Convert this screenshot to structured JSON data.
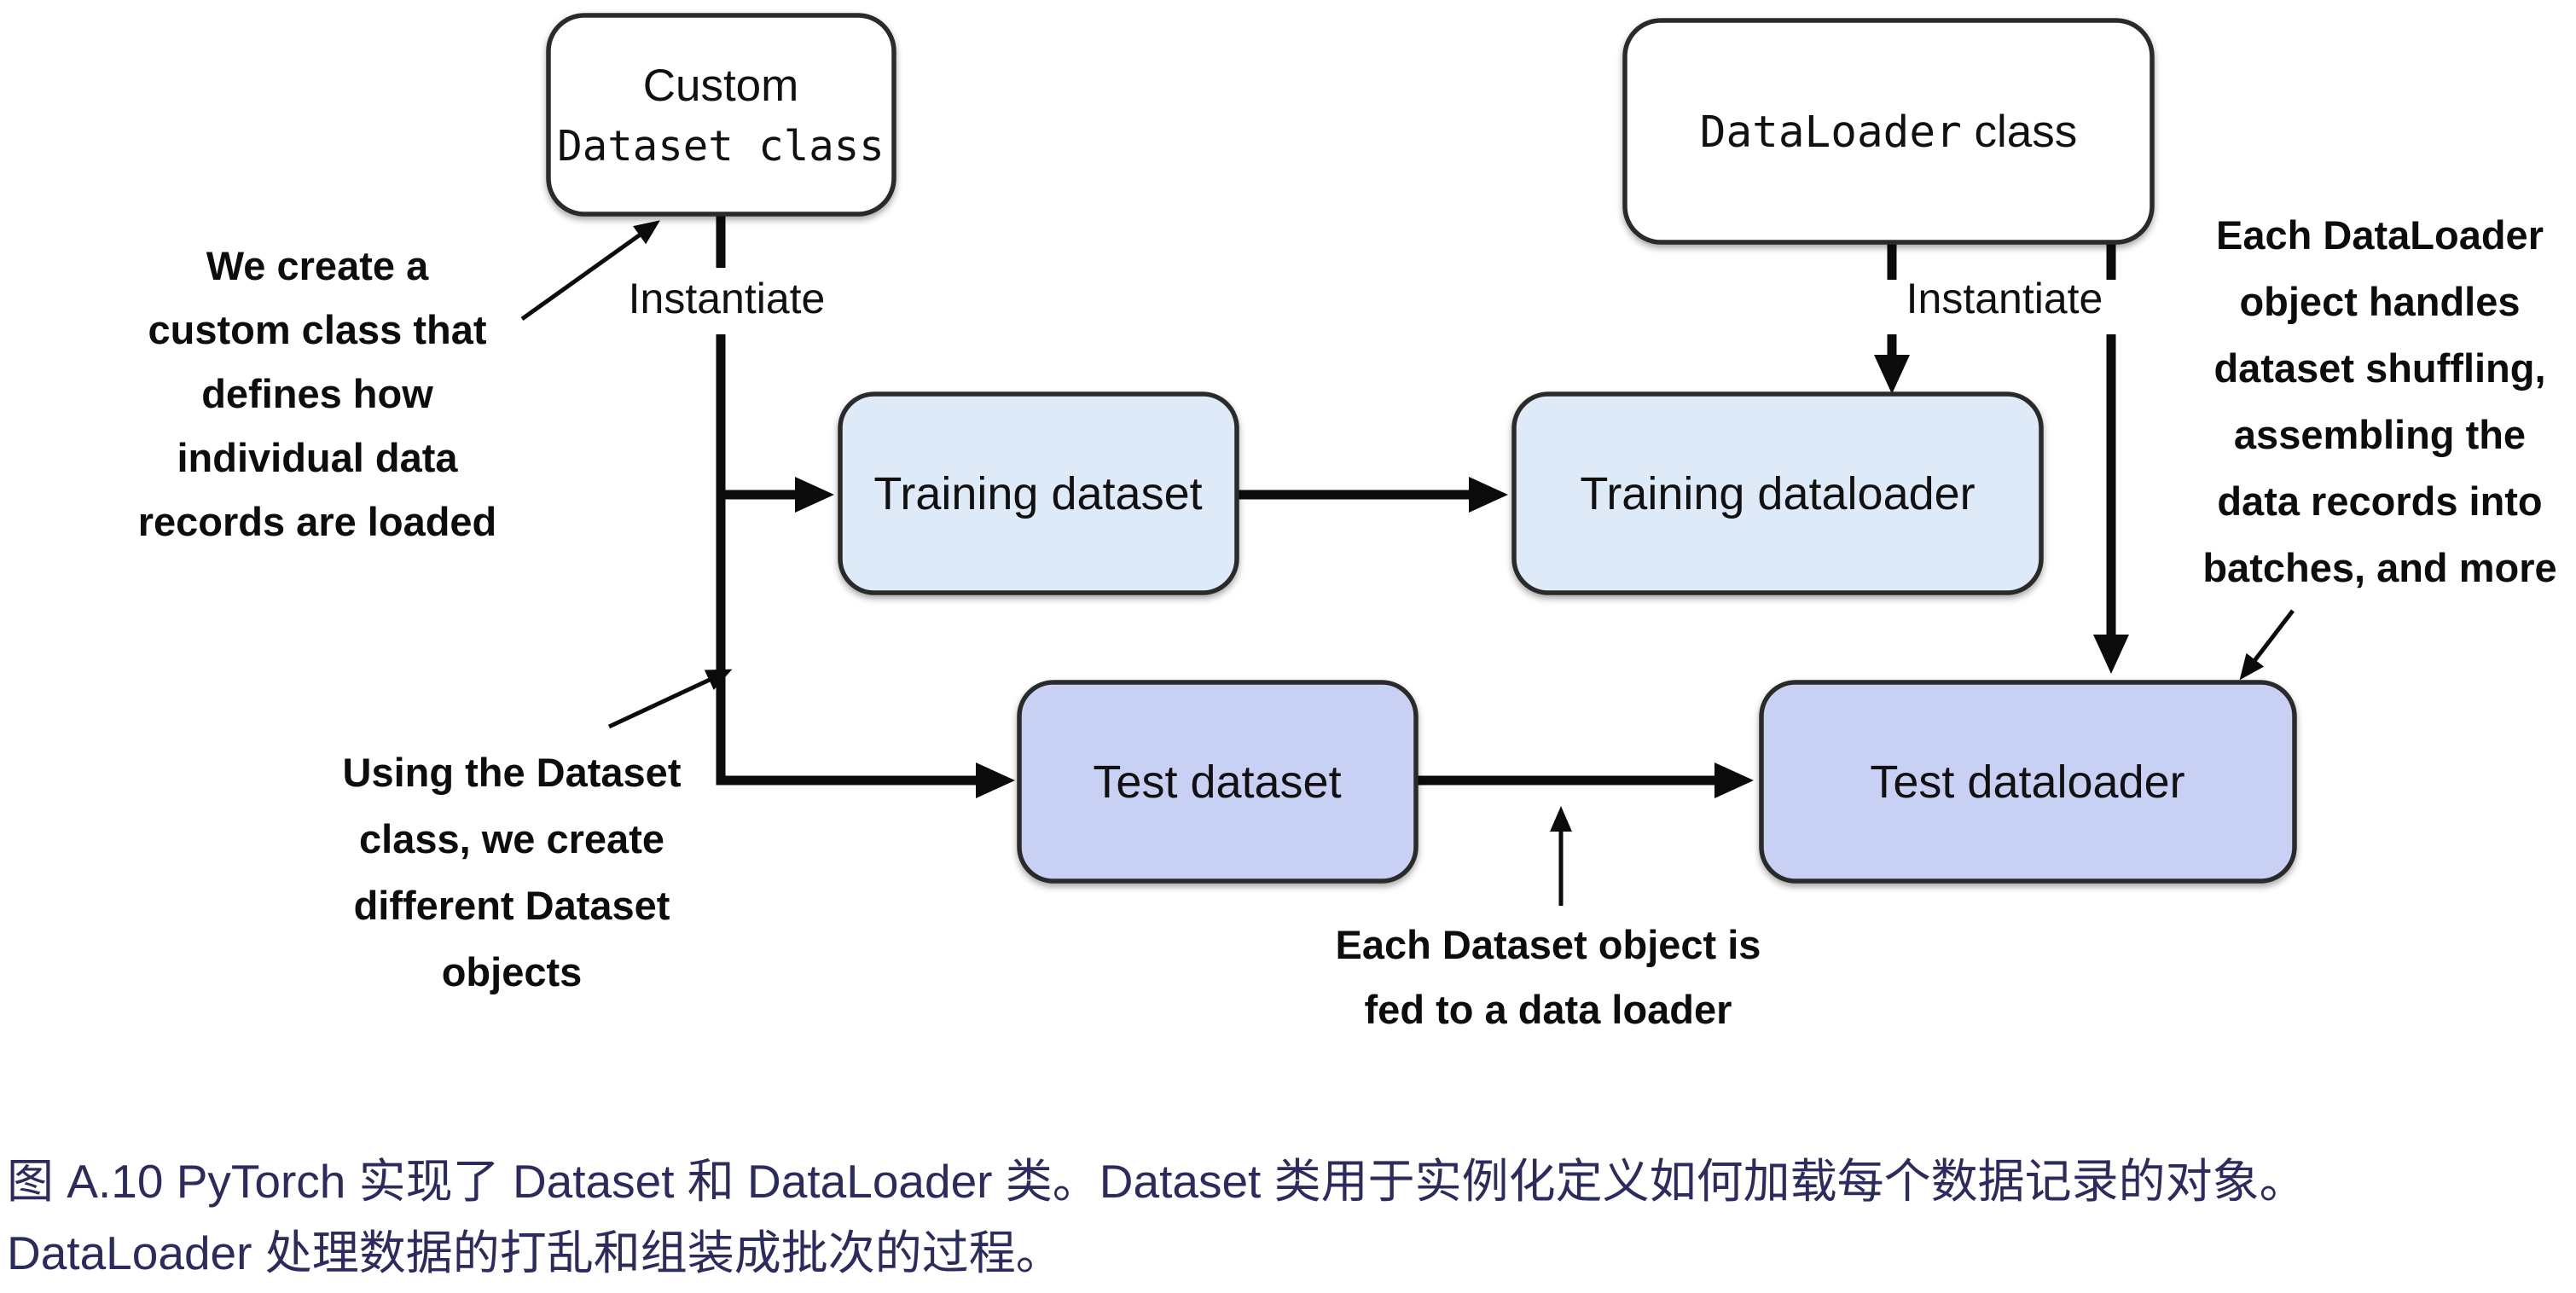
{
  "figure": {
    "boxes": {
      "custom_dataset": {
        "line1": "Custom",
        "line2": "Dataset class"
      },
      "dataloader": {
        "label_code": "DataLoader",
        "label_rest": " class"
      },
      "training_dataset": {
        "label": "Training dataset"
      },
      "training_dataloader": {
        "label": "Training dataloader"
      },
      "test_dataset": {
        "label": "Test dataset"
      },
      "test_dataloader": {
        "label": "Test dataloader"
      }
    },
    "edge_labels": {
      "instantiate_left": "Instantiate",
      "instantiate_right": "Instantiate"
    },
    "annotations": {
      "create_custom": {
        "lines": [
          "We create a",
          "custom class that",
          "defines how",
          "individual data",
          "records are loaded"
        ]
      },
      "using_dataset": {
        "lines": [
          "Using the Dataset",
          "class, we create",
          "different Dataset",
          "objects"
        ]
      },
      "dataloader_handles": {
        "lines": [
          "Each DataLoader",
          "object handles",
          "dataset shuffling,",
          "assembling the",
          "data records into",
          "batches, and more"
        ]
      },
      "dataset_fed": {
        "lines": [
          "Each Dataset object is",
          "fed to a data loader"
        ]
      }
    },
    "colors": {
      "training_fill": "#dfeaf8",
      "test_fill": "#c8d1f4",
      "box_stroke": "#2b2b2b",
      "line_color": "#0b0b0b",
      "text_color": "#111111",
      "caption_color": "#2b2b5e"
    }
  },
  "caption": {
    "line1": "图 A.10 PyTorch 实现了 Dataset 和 DataLoader 类。Dataset 类用于实例化定义如何加载每个数据记录的对象。",
    "line2": "DataLoader 处理数据的打乱和组装成批次的过程。"
  }
}
